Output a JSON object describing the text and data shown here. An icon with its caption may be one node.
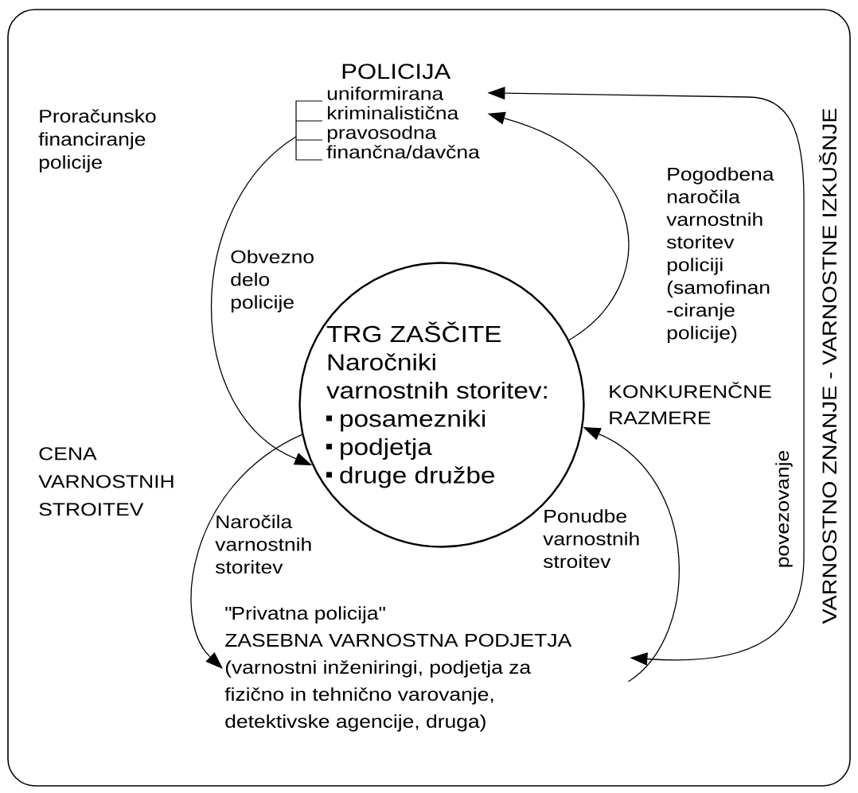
{
  "diagram": {
    "nodes": [
      {
        "text": [
          "POLICIJA",
          "uniformirana",
          "kriminalistična",
          "pravosodna",
          "finančna/davčna"
        ]
      },
      {
        "text": [
          "TRG ZAŠČITE",
          "Naročniki varnostnih storitev:",
          "posamezniki",
          "podjetja",
          "druge družbe"
        ]
      },
      {
        "text": [
          "\"Privatna policija\"",
          "ZASEBNA VARNOSTNA PODJETJA",
          "(varnostni inženiringi, podjetja za fizično in tehnično varovanje, detektivske agencije, druga)"
        ]
      }
    ],
    "edges": [
      {
        "from": 0,
        "to": 1,
        "arrow": "to",
        "label": "Obvezno delo policije"
      },
      {
        "from": 1,
        "to": 0,
        "arrow": "to",
        "label": "Pogodbena naročila varnostnih storitev policiji (samofinan -ciranje policije)"
      },
      {
        "from": 1,
        "to": 2,
        "arrow": "to",
        "label": "Naročila varnostnih storitev"
      },
      {
        "from": 2,
        "to": 1,
        "arrow": "to",
        "label": "Ponudbe varnostnih stroitev"
      },
      {
        "from": 0,
        "to": 2,
        "arrow": "both",
        "label": "povezovanje"
      }
    ],
    "labels": [
      "Proračunsko financiranje policije",
      "CENA VARNOSTNIH STROITEV",
      "KONKURENČNE RAZMERE",
      "VARNOSTNO ZNANJE - VARNOSTNE IZKUŠNJE"
    ]
  }
}
